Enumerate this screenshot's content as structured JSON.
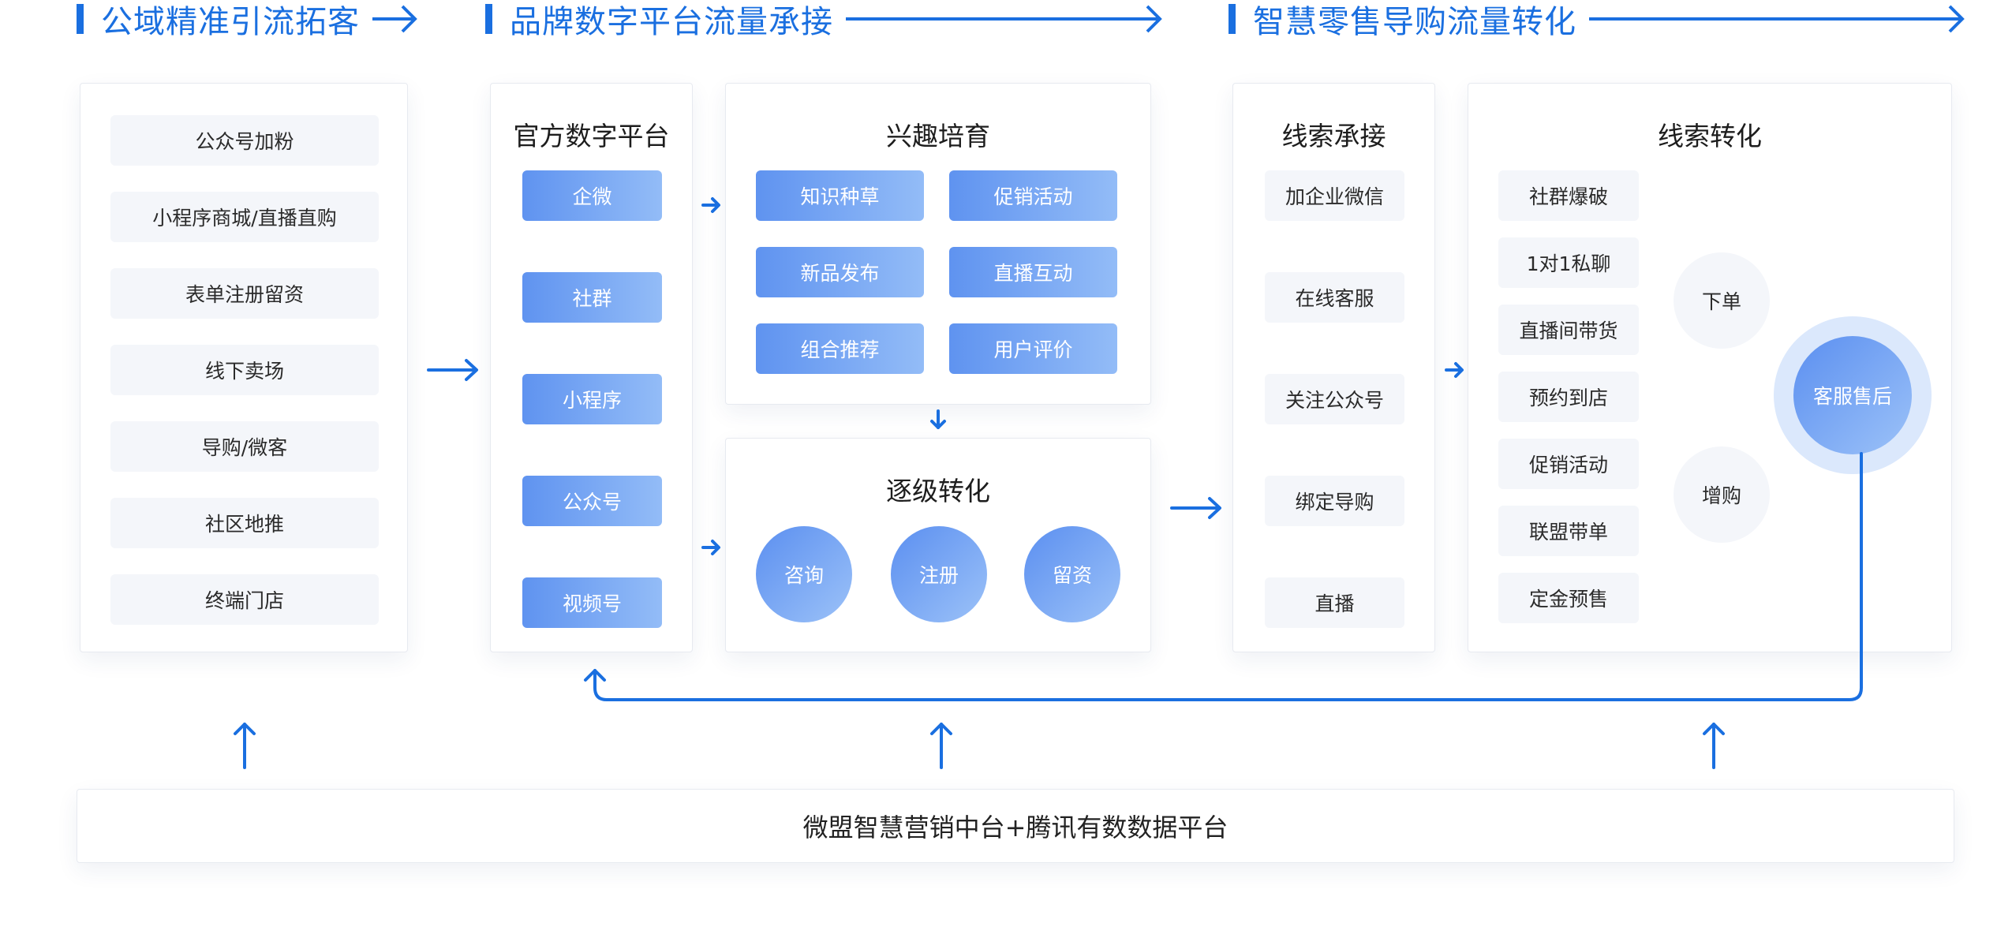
{
  "colors": {
    "accent": "#1a6fe0",
    "chip_blue_start": "#5f93f0",
    "chip_blue_end": "#93bcf7",
    "chip_grey": "#f4f6fa"
  },
  "headers": {
    "public": "公域精准引流拓客",
    "brand": "品牌数字平台流量承接",
    "retail": "智慧零售导购流量转化"
  },
  "sources": [
    "公众号加粉",
    "小程序商城/直播直购",
    "表单注册留资",
    "线下卖场",
    "导购/微客",
    "社区地推",
    "终端门店"
  ],
  "official": {
    "title": "官方数字平台",
    "items": [
      "企微",
      "社群",
      "小程序",
      "公众号",
      "视频号"
    ]
  },
  "interest": {
    "title": "兴趣培育",
    "items": [
      "知识种草",
      "促销活动",
      "新品发布",
      "直播互动",
      "组合推荐",
      "用户评价"
    ]
  },
  "stepwise": {
    "title": "逐级转化",
    "items": [
      "咨询",
      "注册",
      "留资"
    ]
  },
  "leads": {
    "title": "线索承接",
    "items": [
      "加企业微信",
      "在线客服",
      "关注公众号",
      "绑定导购",
      "直播"
    ]
  },
  "conversion": {
    "title": "线索转化",
    "items": [
      "社群爆破",
      "1对1私聊",
      "直播间带货",
      "预约到店",
      "促销活动",
      "联盟带单",
      "定金预售"
    ],
    "order": "下单",
    "upsell": "增购",
    "service": "客服售后"
  },
  "platform": "微盟智慧营销中台+腾讯有数数据平台"
}
